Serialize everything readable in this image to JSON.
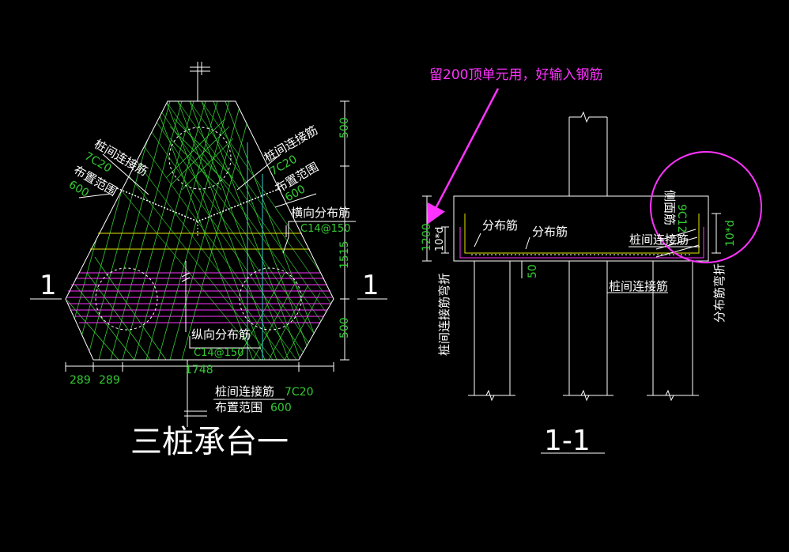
{
  "plan": {
    "title": "三桩承台一",
    "section_mark_left": "1",
    "section_mark_right": "1",
    "labels": {
      "connect_left": "桩间连接筋",
      "connect_left_bar": "7C20",
      "range_left": "布置范围",
      "range_left_val": "600",
      "connect_right": "桩间连接筋",
      "connect_right_bar": "7C20",
      "range_right": "布置范围",
      "range_right_val": "600",
      "transverse": "横向分布筋",
      "transverse_bar": "C14@150",
      "longitudinal": "纵向分布筋",
      "longitudinal_bar": "C14@150",
      "connect_bottom": "桩间连接筋",
      "connect_bottom_bar": "7C20",
      "range_bottom": "布置范围",
      "range_bottom_val": "600"
    },
    "dims": {
      "right_top": "500",
      "right_mid": "1515",
      "right_bot": "500",
      "bottom_a": "289",
      "bottom_b": "289",
      "bottom_total": "1748"
    }
  },
  "section": {
    "title": "1-1",
    "note": "留200顶单元用，好输入钢筋",
    "labels": {
      "distrib_1": "分布筋",
      "distrib_2": "分布筋",
      "connect_top": "桩间连接筋",
      "connect_bottom": "桩间连接筋",
      "side_face": "侧面筋",
      "side_bar": "9C12",
      "left_bend": "桩间连接筋弯折",
      "right_bend": "分布筋弯折",
      "dim_1200": "1200",
      "dim_10d_left": "10*d",
      "dim_10d_right": "10*d",
      "dim_50": "50"
    }
  }
}
